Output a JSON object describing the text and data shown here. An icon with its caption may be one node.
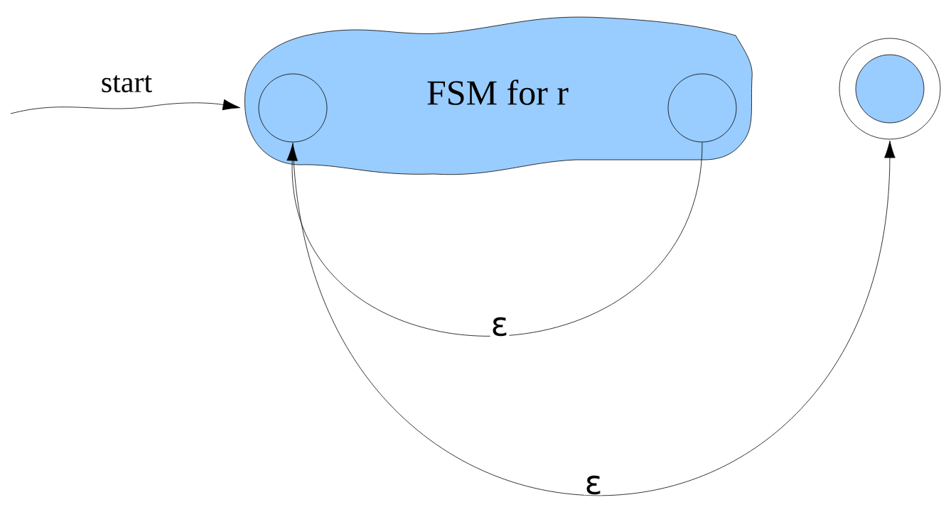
{
  "diagram": {
    "nodes": [
      {
        "text": [
          "FSM for r"
        ]
      },
      {
        "text": [],
        "shape": "circle",
        "in": 0
      },
      {
        "text": [],
        "shape": "circle",
        "in": 0
      },
      {
        "text": [],
        "shape": "circle"
      }
    ],
    "edges": [
      {
        "from": null,
        "to": 1,
        "arrow": "to",
        "label": "start"
      },
      {
        "from": 2,
        "to": 1,
        "arrow": "to",
        "label": "ε"
      },
      {
        "from": 1,
        "to": 3,
        "arrow": "to",
        "label": "ε"
      }
    ]
  }
}
